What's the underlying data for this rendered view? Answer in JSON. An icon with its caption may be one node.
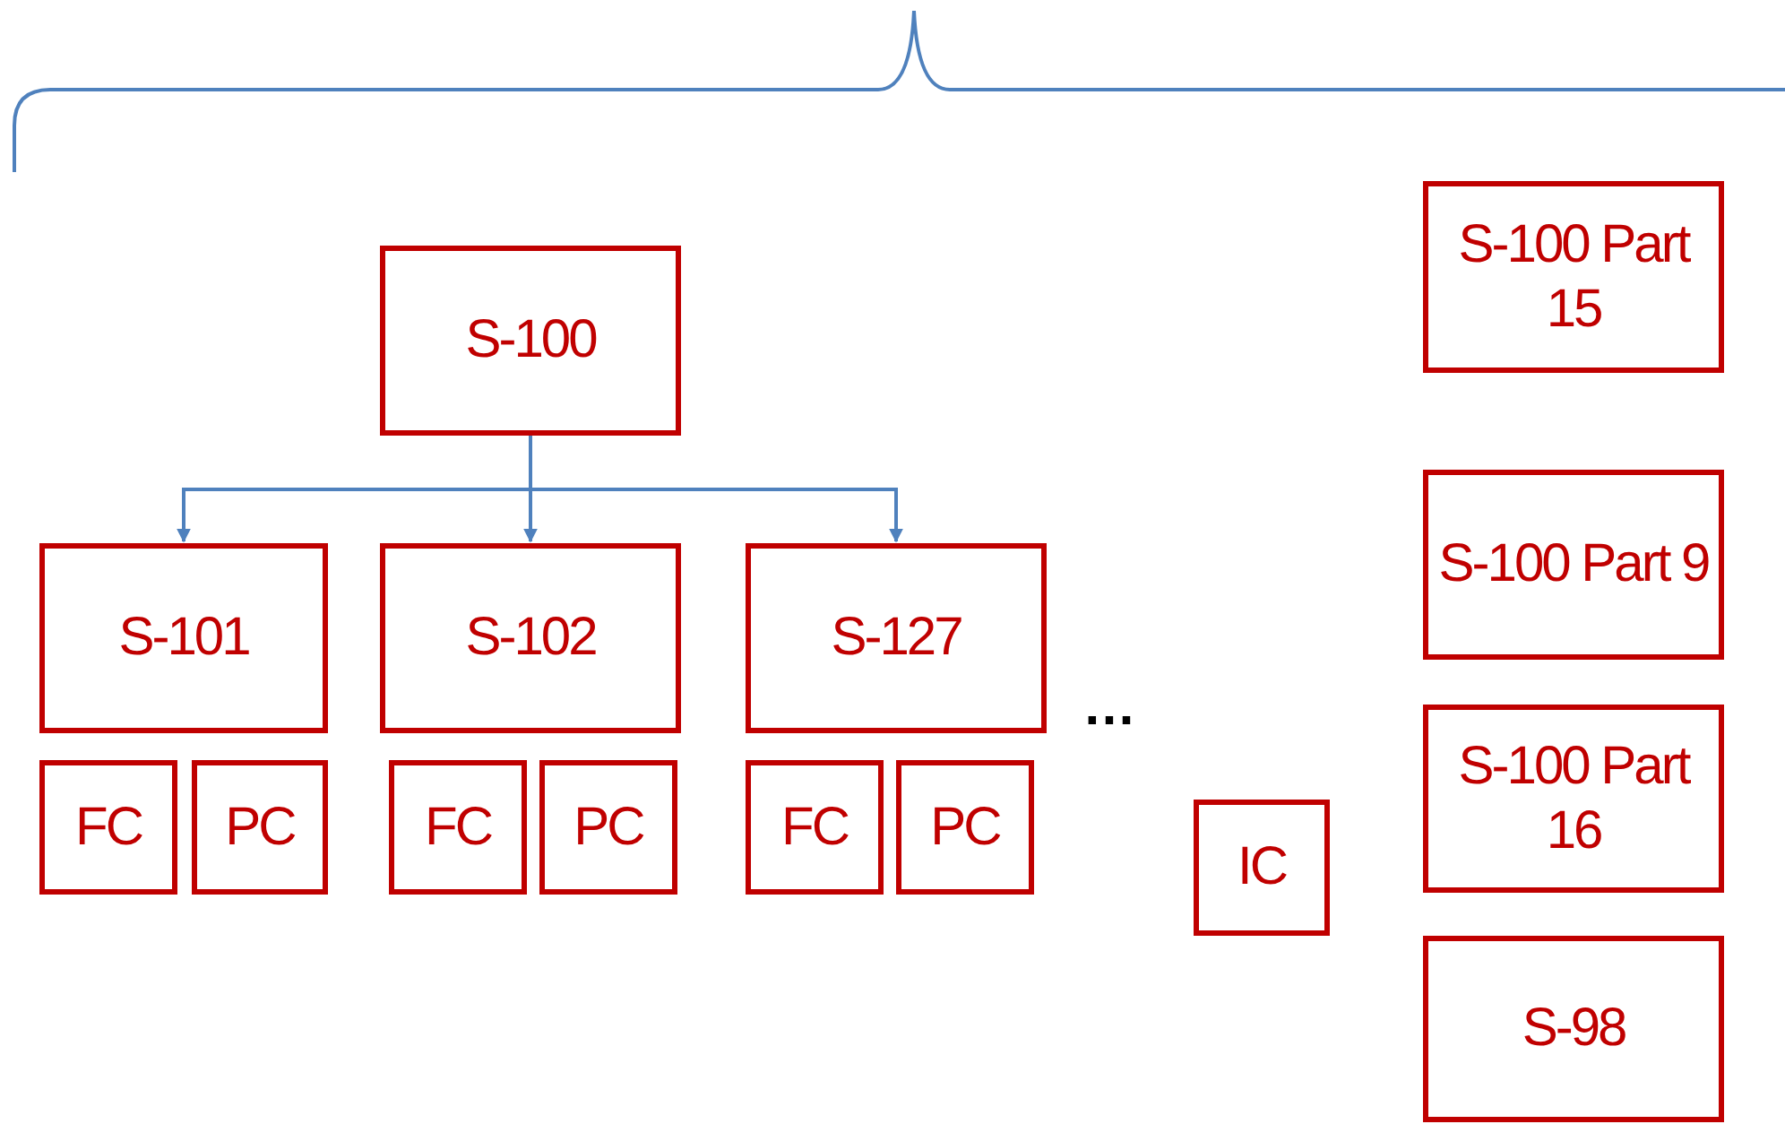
{
  "diagram": {
    "nodes": [
      {
        "text": [
          "S-100"
        ]
      },
      {
        "text": [
          "S-100 Part 15"
        ]
      },
      {
        "text": [
          "S-101"
        ]
      },
      {
        "text": [
          "S-102"
        ]
      },
      {
        "text": [
          "S-127"
        ]
      },
      {
        "text": [
          "FC"
        ]
      },
      {
        "text": [
          "PC"
        ]
      },
      {
        "text": [
          "FC"
        ]
      },
      {
        "text": [
          "PC"
        ]
      },
      {
        "text": [
          "FC"
        ]
      },
      {
        "text": [
          "PC"
        ]
      },
      {
        "text": [
          "S-100 Part 9"
        ]
      },
      {
        "text": [
          "S-100 Part 16"
        ]
      },
      {
        "text": [
          "IC"
        ]
      },
      {
        "text": [
          "S-98"
        ]
      }
    ],
    "edges": [
      {
        "from": 0,
        "to": 2,
        "arrow": "to"
      },
      {
        "from": 0,
        "to": 3,
        "arrow": "to"
      },
      {
        "from": 0,
        "to": 4,
        "arrow": "to"
      }
    ],
    "labels": [
      "…"
    ]
  }
}
